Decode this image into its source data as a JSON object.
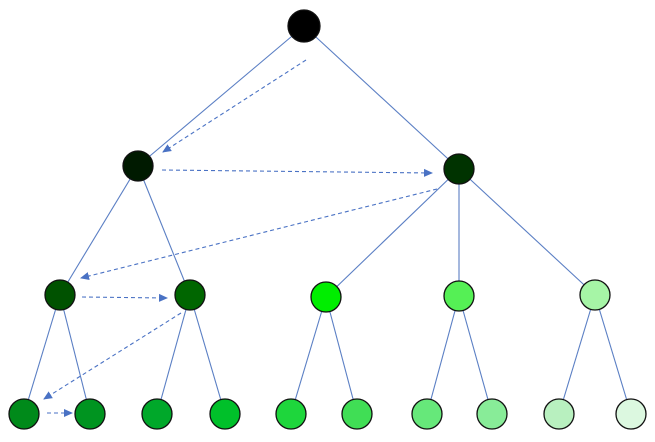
{
  "diagram": {
    "colors": {
      "edge": "#5b7fc4",
      "arrow": "#4a72c4",
      "node_stroke": "#111111",
      "background": "#ffffff"
    },
    "nodes": [
      {
        "id": "root",
        "fill": "#000000"
      },
      {
        "id": "a",
        "fill": "#001a00"
      },
      {
        "id": "b",
        "fill": "#003300"
      },
      {
        "id": "a1",
        "fill": "#005200"
      },
      {
        "id": "a2",
        "fill": "#006600"
      },
      {
        "id": "b1",
        "fill": "#00ee00"
      },
      {
        "id": "b2",
        "fill": "#55f055"
      },
      {
        "id": "b3",
        "fill": "#a6f5a6"
      },
      {
        "id": "l1",
        "fill": "#008a1a"
      },
      {
        "id": "l2",
        "fill": "#009420"
      },
      {
        "id": "l3",
        "fill": "#00a82a"
      },
      {
        "id": "l4",
        "fill": "#00c02a"
      },
      {
        "id": "l5",
        "fill": "#1ed63c"
      },
      {
        "id": "l6",
        "fill": "#40de55"
      },
      {
        "id": "l7",
        "fill": "#66e87a"
      },
      {
        "id": "l8",
        "fill": "#88ec98"
      },
      {
        "id": "l9",
        "fill": "#b8f0bf"
      },
      {
        "id": "l10",
        "fill": "#dcf8e0"
      }
    ],
    "edges": [
      [
        "root",
        "a"
      ],
      [
        "root",
        "b"
      ],
      [
        "a",
        "a1"
      ],
      [
        "a",
        "a2"
      ],
      [
        "b",
        "b1"
      ],
      [
        "b",
        "b2"
      ],
      [
        "b",
        "b3"
      ],
      [
        "a1",
        "l1"
      ],
      [
        "a1",
        "l2"
      ],
      [
        "a2",
        "l3"
      ],
      [
        "a2",
        "l4"
      ],
      [
        "b1",
        "l5"
      ],
      [
        "b1",
        "l6"
      ],
      [
        "b2",
        "l7"
      ],
      [
        "b2",
        "l8"
      ],
      [
        "b3",
        "l9"
      ],
      [
        "b3",
        "l10"
      ]
    ],
    "traversal_order": [
      "root",
      "a",
      "b",
      "a1",
      "a2",
      "l1",
      "l2"
    ]
  }
}
